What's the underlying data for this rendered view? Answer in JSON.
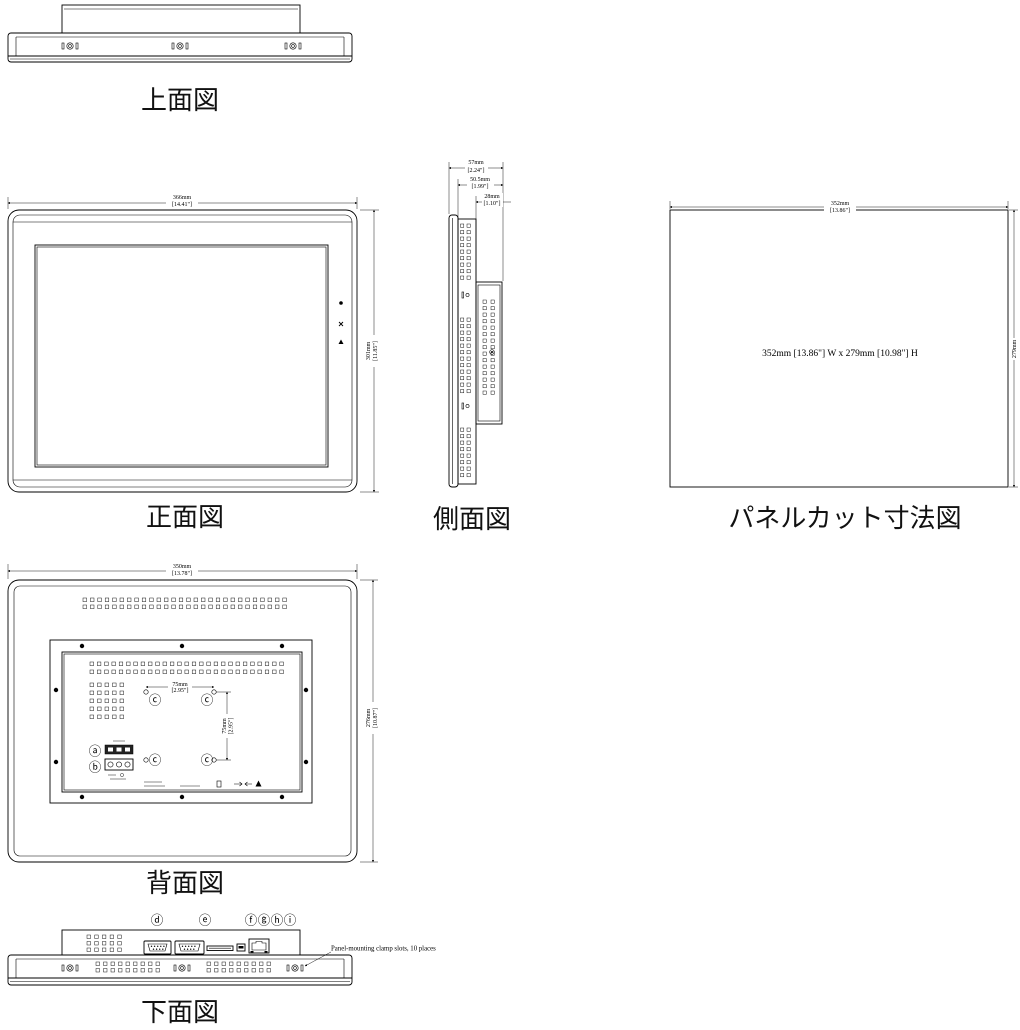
{
  "views": {
    "top": {
      "label": "上面図"
    },
    "front": {
      "label": "正面図",
      "width": {
        "mm": "366mm",
        "in": "[14.41\"]"
      },
      "height": {
        "mm": "301mm",
        "in": "[11.85\"]"
      }
    },
    "side": {
      "label": "側面図",
      "overall_depth": {
        "mm": "57mm",
        "in": "[2.24\"]"
      },
      "depth_behind_bezel": {
        "mm": "50.5mm",
        "in": "[1.99\"]"
      },
      "rear_box_depth": {
        "mm": "28mm",
        "in": "[1.10\"]"
      }
    },
    "panel_cut": {
      "label": "パネルカット寸法図",
      "width": {
        "mm": "352mm",
        "in": "[13.86\"]"
      },
      "height": {
        "mm": "279mm"
      },
      "summary": "352mm [13.86\"] W x 279mm [10.98\"] H"
    },
    "rear": {
      "label": "背面図",
      "width": {
        "mm": "350mm",
        "in": "[13.78\"]"
      },
      "height": {
        "mm": "276mm",
        "in": "[10.87\"]"
      },
      "hole_pitch_horizontal": {
        "mm": "75mm",
        "in": "[2.95\"]"
      },
      "hole_pitch_vertical": {
        "mm": "75mm",
        "in": "[2.95\"]"
      },
      "callouts": {
        "a": "ⓐ",
        "b": "ⓑ",
        "c": "ⓒ"
      }
    },
    "bottom": {
      "label": "下面図",
      "callouts": {
        "d": "ⓓ",
        "e": "ⓔ",
        "f": "ⓕ",
        "g": "ⓖ",
        "h": "ⓗ",
        "i": "ⓘ"
      },
      "clamp_note": "Panel-mounting clamp slots, 10 places"
    }
  },
  "colors": {
    "line": "#000000",
    "background": "#ffffff"
  }
}
